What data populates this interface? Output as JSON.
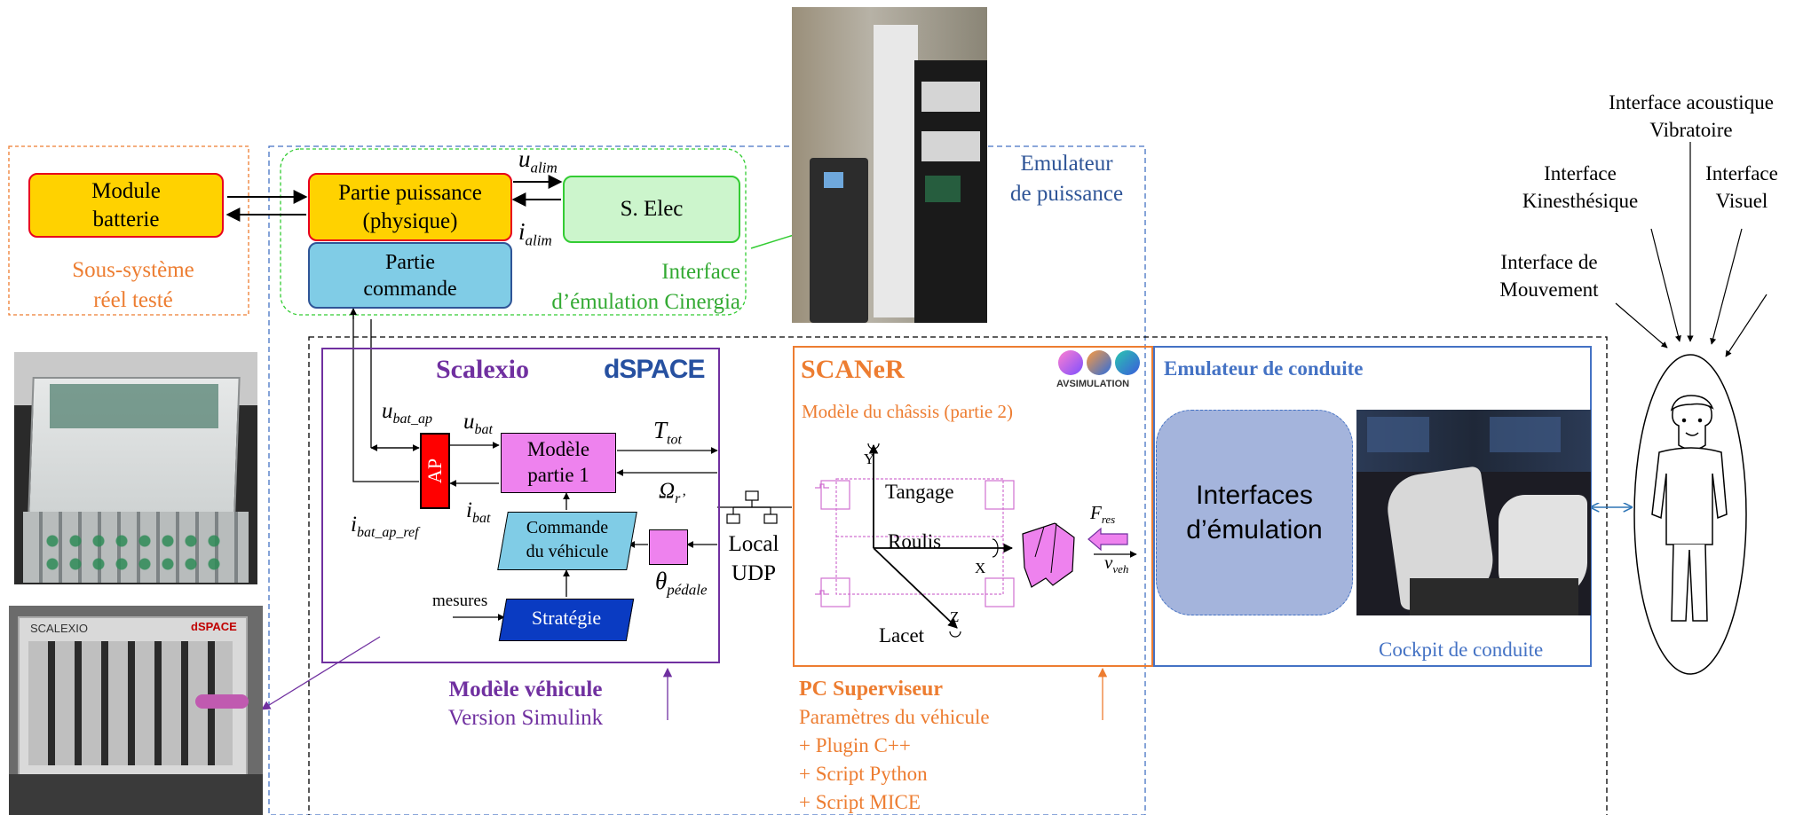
{
  "battery": {
    "module": "Module\nbatterie",
    "caption": "Sous-système\nréel testé"
  },
  "power_emulator": {
    "label": "Emulateur\nde puissance",
    "partie_puissance": "Partie puissance\n(physique)",
    "partie_commande": "Partie\ncommande",
    "s_elec": "S. Elec",
    "cinergia_label": "Interface\nd’émulation Cinergia",
    "u_alim": "u",
    "u_alim_sub": "alim",
    "i_alim": "i",
    "i_alim_sub": "alim"
  },
  "scalexio": {
    "title": "Scalexio",
    "brand": "dSPACE",
    "ap": "AP",
    "modele_partie": "Modèle\npartie 1",
    "commande": "Commande\ndu véhicule",
    "strategie": "Stratégie",
    "mesures": "mesures",
    "u_bat_ap": "u",
    "u_bat_ap_sub": "bat_ap",
    "u_bat": "u",
    "u_bat_sub": "bat",
    "i_bat": "i",
    "i_bat_sub": "bat",
    "i_bat_ap_ref": "i",
    "i_bat_ap_ref_sub": "bat_ap_ref",
    "t_tot": "T",
    "t_tot_sub": "tot",
    "omega": "Ω",
    "omega_sub": "r’",
    "theta": "θ",
    "theta_sub": "pédale",
    "caption_bold": "Modèle véhicule",
    "caption": "Version Simulink",
    "photo_label_scalexio": "SCALEXIO",
    "photo_label_dspace": "dSPACE"
  },
  "network": {
    "label": "Local\nUDP"
  },
  "scaner": {
    "title": "SCANeR",
    "brand": "AVSIMULATION",
    "subtitle": "Modèle du châssis (partie 2)",
    "tangage": "Tangage",
    "roulis": "Roulis",
    "lacet": "Lacet",
    "axis_x": "X",
    "axis_y": "Y",
    "axis_z": "Z",
    "f_res": "F",
    "f_res_sub": "res",
    "v_veh": "v",
    "v_veh_sub": "veh",
    "caption_bold": "PC Superviseur",
    "caption_lines": [
      "Paramètres du véhicule",
      "+ Plugin C++",
      "+ Script Python",
      "+ Script MICE"
    ]
  },
  "cockpit": {
    "title": "Emulateur de conduite",
    "interfaces": "Interfaces\nd’émulation",
    "caption": "Cockpit de conduite"
  },
  "human_interfaces": {
    "acoustique": "Interface acoustique\nVibratoire",
    "kinesthesique": "Interface\nKinesthésique",
    "visuel": "Interface\nVisuel",
    "mouvement": "Interface de\nMouvement"
  },
  "colors": {
    "yellow": "#ffd200",
    "red_border": "#e8001c",
    "green_fill": "#ccf5cc",
    "green_border": "#33cc33",
    "blue_fill": "#80cce6",
    "blue_border": "#2f5597",
    "purple": "#7030a0",
    "magenta": "#ee82ee",
    "orange": "#ed7d31",
    "dark_blue": "#0a3bc2",
    "mid_blue": "#4472c4",
    "cockpit_fill": "#a4b4dc",
    "ap_red": "#ff0000"
  }
}
